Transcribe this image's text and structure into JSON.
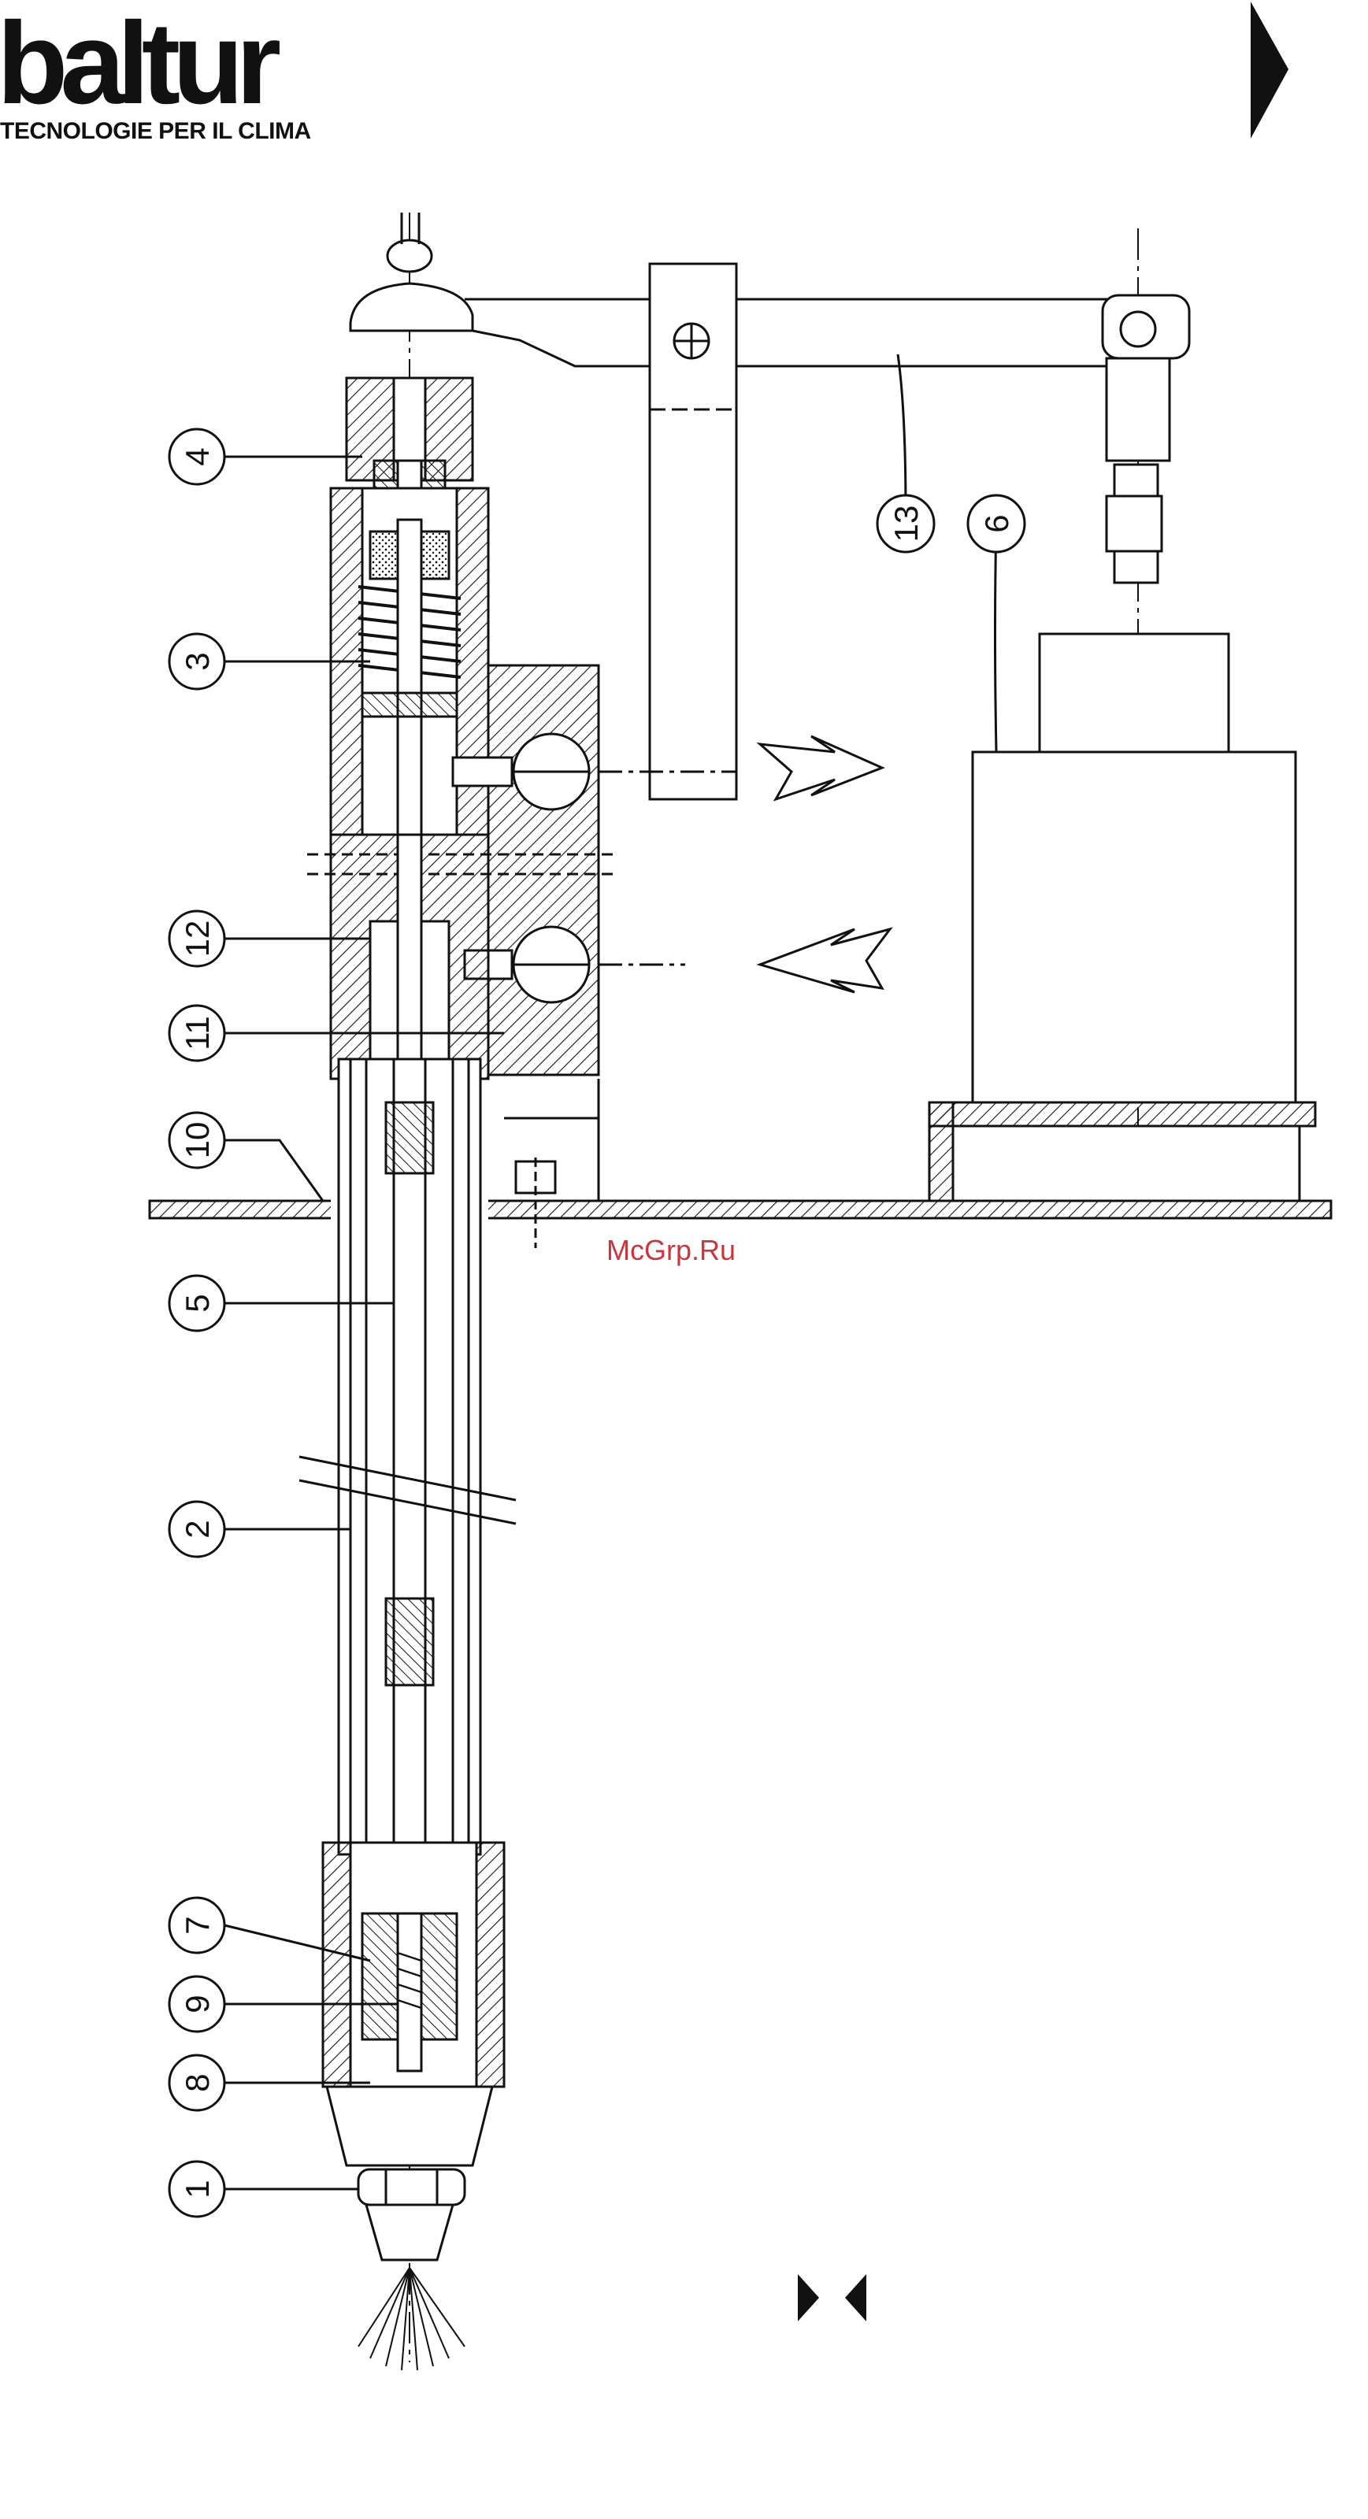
{
  "header": {
    "logo_text": "baltur",
    "tagline": "TECNOLOGIE PER IL CLIMA"
  },
  "watermark": "McGrp.Ru",
  "callouts": [
    {
      "id": "4",
      "label": "4"
    },
    {
      "id": "3",
      "label": "3"
    },
    {
      "id": "12",
      "label": "12"
    },
    {
      "id": "11",
      "label": "11"
    },
    {
      "id": "10",
      "label": "10"
    },
    {
      "id": "5",
      "label": "5"
    },
    {
      "id": "2",
      "label": "2"
    },
    {
      "id": "7",
      "label": "7"
    },
    {
      "id": "9",
      "label": "9"
    },
    {
      "id": "8",
      "label": "8"
    },
    {
      "id": "1",
      "label": "1"
    },
    {
      "id": "13",
      "label": "13"
    },
    {
      "id": "6",
      "label": "6"
    }
  ],
  "colors": {
    "ink": "#111111",
    "watermark": "#c9363b",
    "background": "#ffffff"
  },
  "icons": {
    "next_page": "triangle-right-icon",
    "page_nav": "bowtie-nav-icon"
  }
}
